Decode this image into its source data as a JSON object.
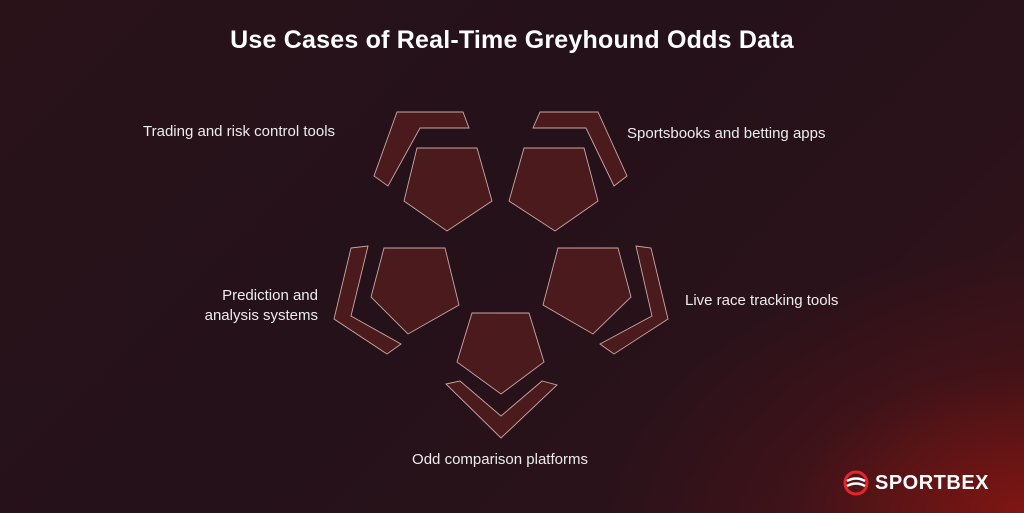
{
  "title": "Use Cases of Real-Time Greyhound Odds Data",
  "use_cases": {
    "trading": "Trading and risk control tools",
    "sportsbooks": "Sportsbooks and betting apps",
    "prediction_line1": "Prediction and",
    "prediction_line2": "analysis systems",
    "live": "Live race tracking tools",
    "odds": "Odd comparison platforms"
  },
  "brand": {
    "name": "SPORTBEX",
    "logo_icon": "sportbex-ball-icon"
  },
  "colors": {
    "shape_fill": "#4a1a1c",
    "shape_stroke": "#c9a6a4",
    "accent": "#e8242a"
  }
}
